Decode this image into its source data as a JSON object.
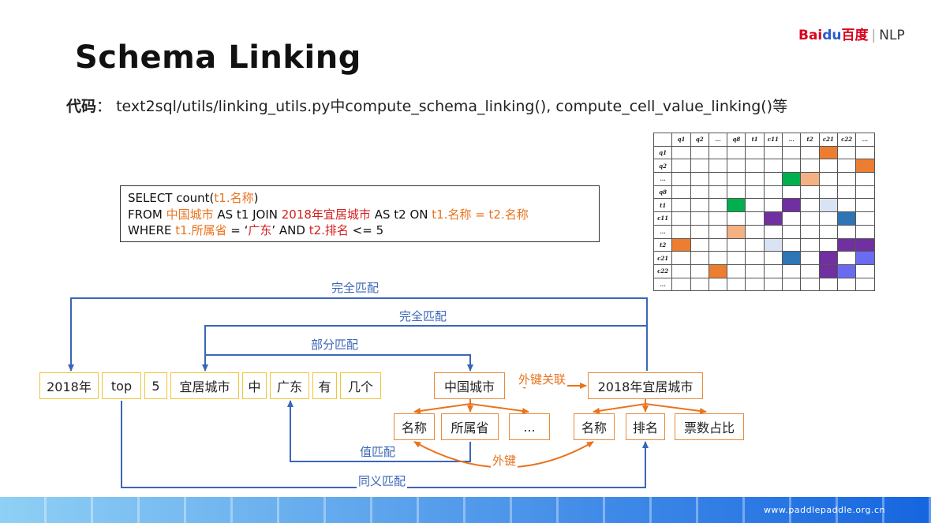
{
  "header": {
    "title": "Schema Linking",
    "code_label": "代码",
    "code_sep": "：",
    "code_text": "text2sql/utils/linking_utils.py中compute_schema_linking(), compute_cell_value_linking()等",
    "logo_bai": "Bai",
    "logo_du": "du",
    "logo_cn": "百度",
    "logo_sep": "|",
    "logo_nlp": "NLP"
  },
  "sql": {
    "l1_a": "SELECT count(",
    "l1_b": "t1.名称",
    "l1_c": ")",
    "l2_a": "FROM ",
    "l2_b": "中国城市",
    "l2_c": " AS t1 JOIN ",
    "l2_d": "2018年宜居城市",
    "l2_e": " AS t2 ON ",
    "l2_f": "t1.名称 = t2.名称",
    "l3_a": "WHERE ",
    "l3_b": "t1.所属省",
    "l3_c": " =  ‘",
    "l3_d": "广东",
    "l3_e": "’  AND ",
    "l3_f": "t2.排名",
    "l3_g": " <= 5"
  },
  "question_tokens": [
    "2018年",
    "top",
    "5",
    "宜居城市",
    "中",
    "广东",
    "有",
    "几个"
  ],
  "schema": {
    "table1": "中国城市",
    "table2": "2018年宜居城市",
    "t1_cols": [
      "名称",
      "所属省",
      "..."
    ],
    "t2_cols": [
      "名称",
      "排名",
      "票数占比"
    ],
    "fk_table_label": "外键关联",
    "fk_col_label": "外键"
  },
  "match_labels": {
    "exact1": "完全匹配",
    "exact2": "完全匹配",
    "partial": "部分匹配",
    "value": "值匹配",
    "synonym": "同义匹配"
  },
  "matrix": {
    "col_headers": [
      "",
      "q1",
      "q2",
      "...",
      "q8",
      "t1",
      "c11",
      "...",
      "t2",
      "c21",
      "c22",
      "..."
    ],
    "row_headers": [
      "q1",
      "q2",
      "...",
      "q8",
      "t1",
      "c11",
      "...",
      "t2",
      "c21",
      "c22",
      "..."
    ],
    "colors": {
      "orange": "#ed7d31",
      "green": "#00b050",
      "peach": "#f4b183",
      "purple": "#7030a0",
      "lightblue": "#dae3f3",
      "blue": "#2e75b6",
      "violet": "#6b6bf0"
    },
    "cells": [
      {
        "r": 0,
        "c": 8,
        "color": "orange"
      },
      {
        "r": 1,
        "c": 10,
        "color": "orange"
      },
      {
        "r": 2,
        "c": 6,
        "color": "green"
      },
      {
        "r": 2,
        "c": 7,
        "color": "peach"
      },
      {
        "r": 4,
        "c": 3,
        "color": "green"
      },
      {
        "r": 4,
        "c": 6,
        "color": "purple"
      },
      {
        "r": 4,
        "c": 8,
        "color": "lightblue"
      },
      {
        "r": 5,
        "c": 5,
        "color": "purple"
      },
      {
        "r": 5,
        "c": 9,
        "color": "blue"
      },
      {
        "r": 6,
        "c": 3,
        "color": "peach"
      },
      {
        "r": 7,
        "c": 0,
        "color": "orange"
      },
      {
        "r": 7,
        "c": 5,
        "color": "lightblue"
      },
      {
        "r": 7,
        "c": 9,
        "color": "purple"
      },
      {
        "r": 7,
        "c": 10,
        "color": "purple"
      },
      {
        "r": 8,
        "c": 6,
        "color": "blue"
      },
      {
        "r": 8,
        "c": 8,
        "color": "purple"
      },
      {
        "r": 8,
        "c": 10,
        "color": "violet"
      },
      {
        "r": 9,
        "c": 2,
        "color": "orange"
      },
      {
        "r": 9,
        "c": 8,
        "color": "purple"
      },
      {
        "r": 9,
        "c": 9,
        "color": "violet"
      }
    ]
  },
  "footer": {
    "url": "www.paddlepaddle.org.cn",
    "colors": [
      "#8fd0f5",
      "#1565e0"
    ]
  }
}
